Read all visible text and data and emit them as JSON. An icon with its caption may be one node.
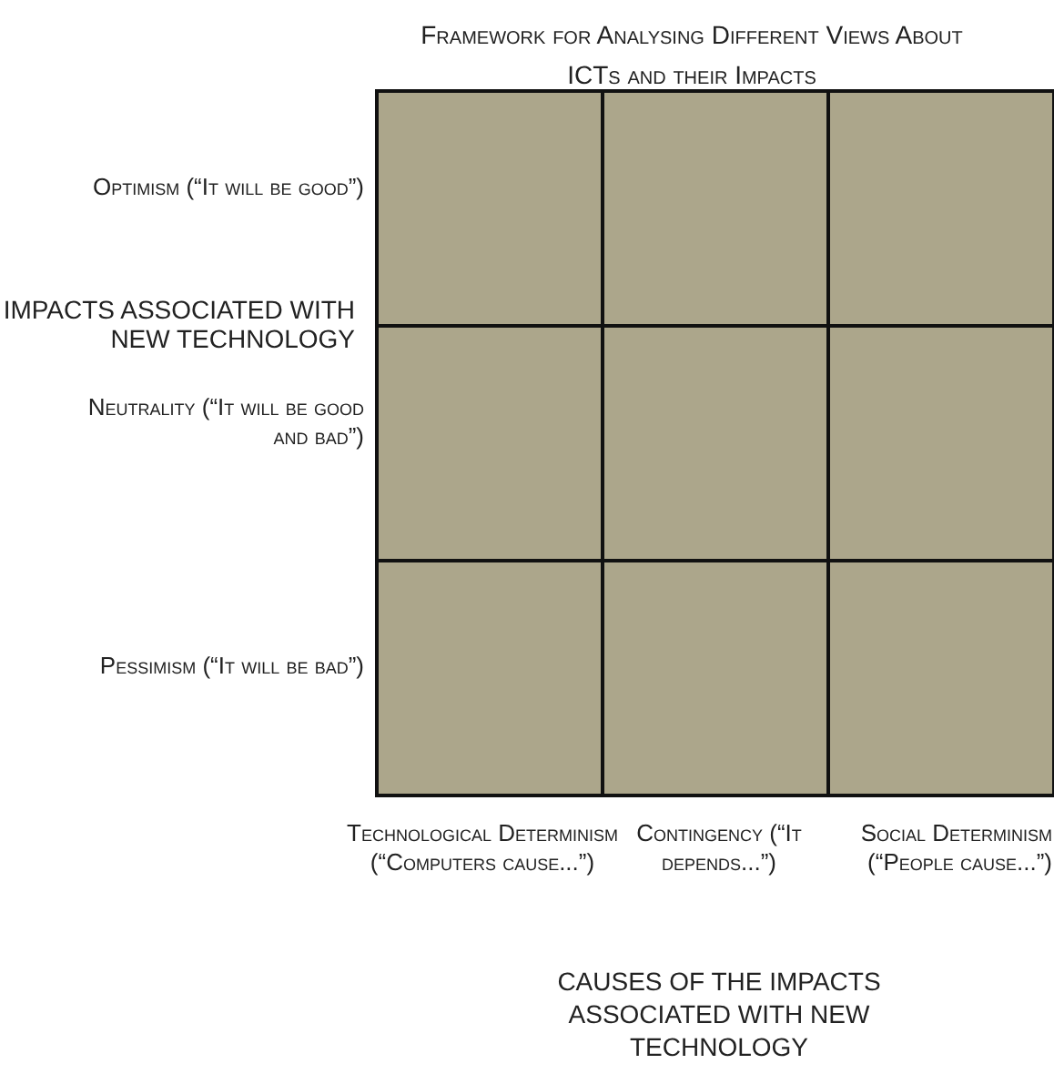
{
  "diagram": {
    "title": "Framework for Analysing Different Views About ICTs and their Impacts",
    "labels": [
      "Optimism (“It will be good”)",
      "IMPACTS ASSOCIATED WITH NEW TECHNOLOGY",
      "Neutrality (“It will be good and bad”)",
      "Pessimism (“It will be bad”)",
      "Technological Determinism (“Computers cause...”)",
      "Contingency (“It depends...”)",
      "Social Determinism (“People cause...”)",
      "CAUSES OF THE IMPACTS ASSOCIATED WITH NEW TECHNOLOGY"
    ]
  }
}
